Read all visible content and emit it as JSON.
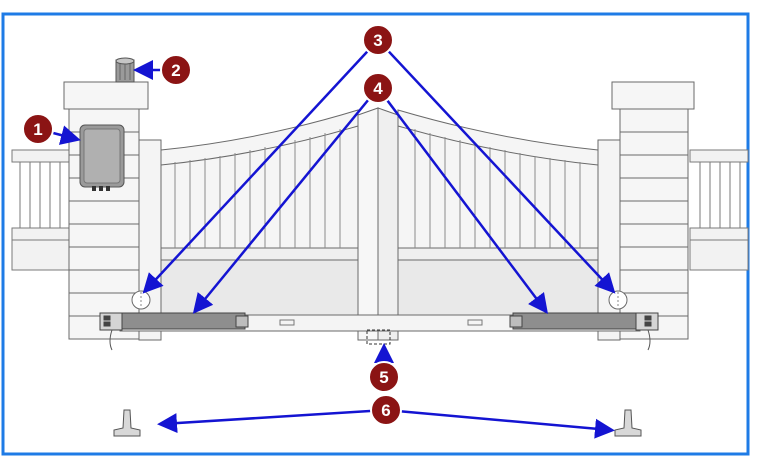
{
  "callouts": [
    {
      "number": "1"
    },
    {
      "number": "2"
    },
    {
      "number": "3"
    },
    {
      "number": "4"
    },
    {
      "number": "5"
    },
    {
      "number": "6"
    }
  ],
  "colors": {
    "frame_border": "#1e7be6",
    "arrow": "#1414d2",
    "badge_fill": "#8b1414",
    "badge_stroke": "#ffffff",
    "outline": "#5a5a5a",
    "fill_light": "#f4f4f4",
    "actuator": "#8a8a8a",
    "control_box": "#9a9a9a"
  },
  "icons": {
    "control_box": "control-box-icon",
    "warning_light": "warning-light-icon",
    "gate_stop": "gate-stop-icon"
  }
}
